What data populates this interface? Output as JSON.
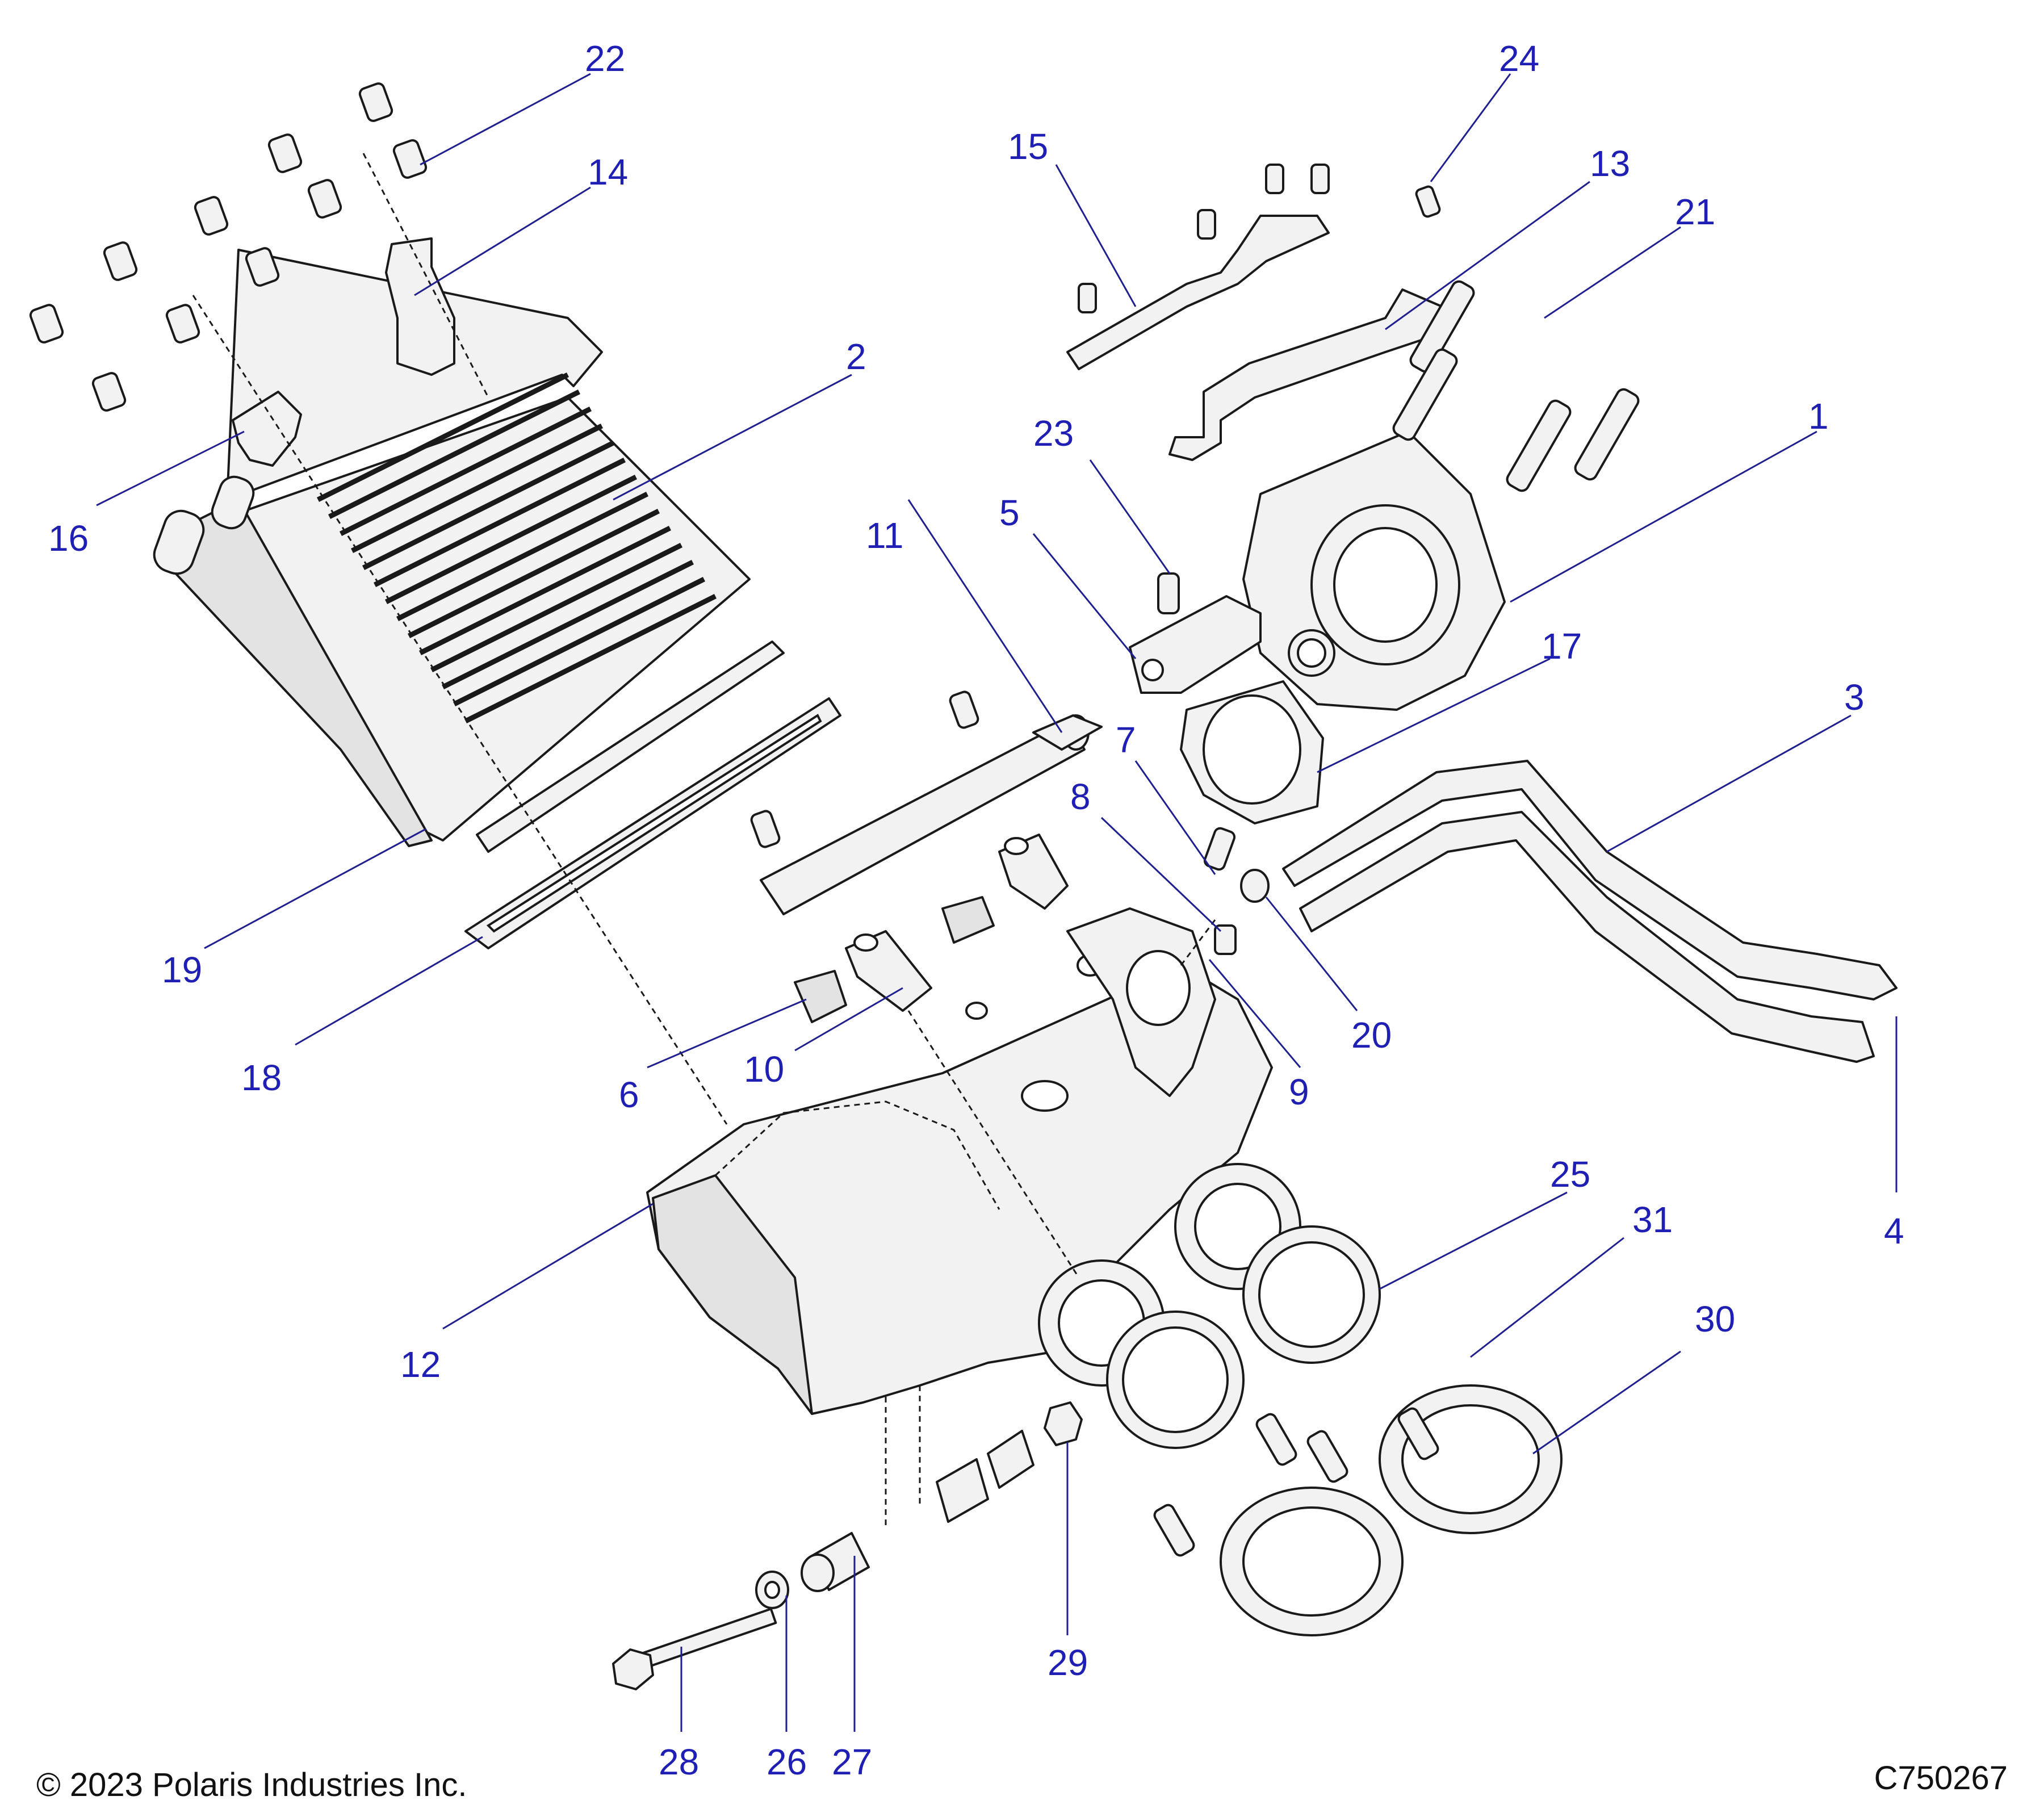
{
  "callouts": [
    "1",
    "2",
    "3",
    "4",
    "5",
    "6",
    "7",
    "8",
    "9",
    "10",
    "11",
    "12",
    "13",
    "14",
    "15",
    "16",
    "17",
    "18",
    "19",
    "20",
    "21",
    "22",
    "23",
    "24",
    "25",
    "26",
    "27",
    "28",
    "29",
    "30",
    "31"
  ],
  "footer": {
    "copyright": "© 2023 Polaris Industries Inc.",
    "drawing_number": "C750267"
  },
  "colors": {
    "callout": "#1f1fb4",
    "line": "#1a1a1a",
    "part_fill": "#f2f2f2"
  }
}
